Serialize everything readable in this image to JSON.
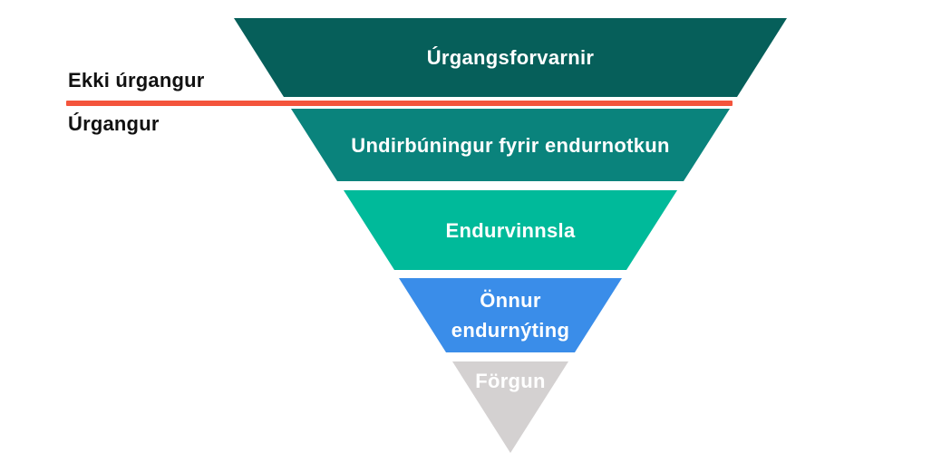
{
  "diagram": {
    "side_labels": {
      "above_line": "Ekki úrgangur",
      "below_line": "Úrgangur"
    },
    "divider": {
      "color": "#F4543C"
    },
    "funnel": {
      "type": "inverted-pyramid",
      "segments": [
        {
          "label": "Úrgangsforvarnir",
          "color": "#065F5A",
          "text_color": "#FFFFFF"
        },
        {
          "label": "Undirbúningur fyrir endurnotkun",
          "color": "#0A837C",
          "text_color": "#FFFFFF"
        },
        {
          "label": "Endurvinnsla",
          "color": "#00BA9A",
          "text_color": "#FFFFFF"
        },
        {
          "label": "Önnur\nendurnýting",
          "color": "#3A8DE9",
          "text_color": "#FFFFFF"
        },
        {
          "label": "Förgun",
          "color": "#D4D1D1",
          "text_color": "#FFFFFF"
        }
      ]
    }
  }
}
